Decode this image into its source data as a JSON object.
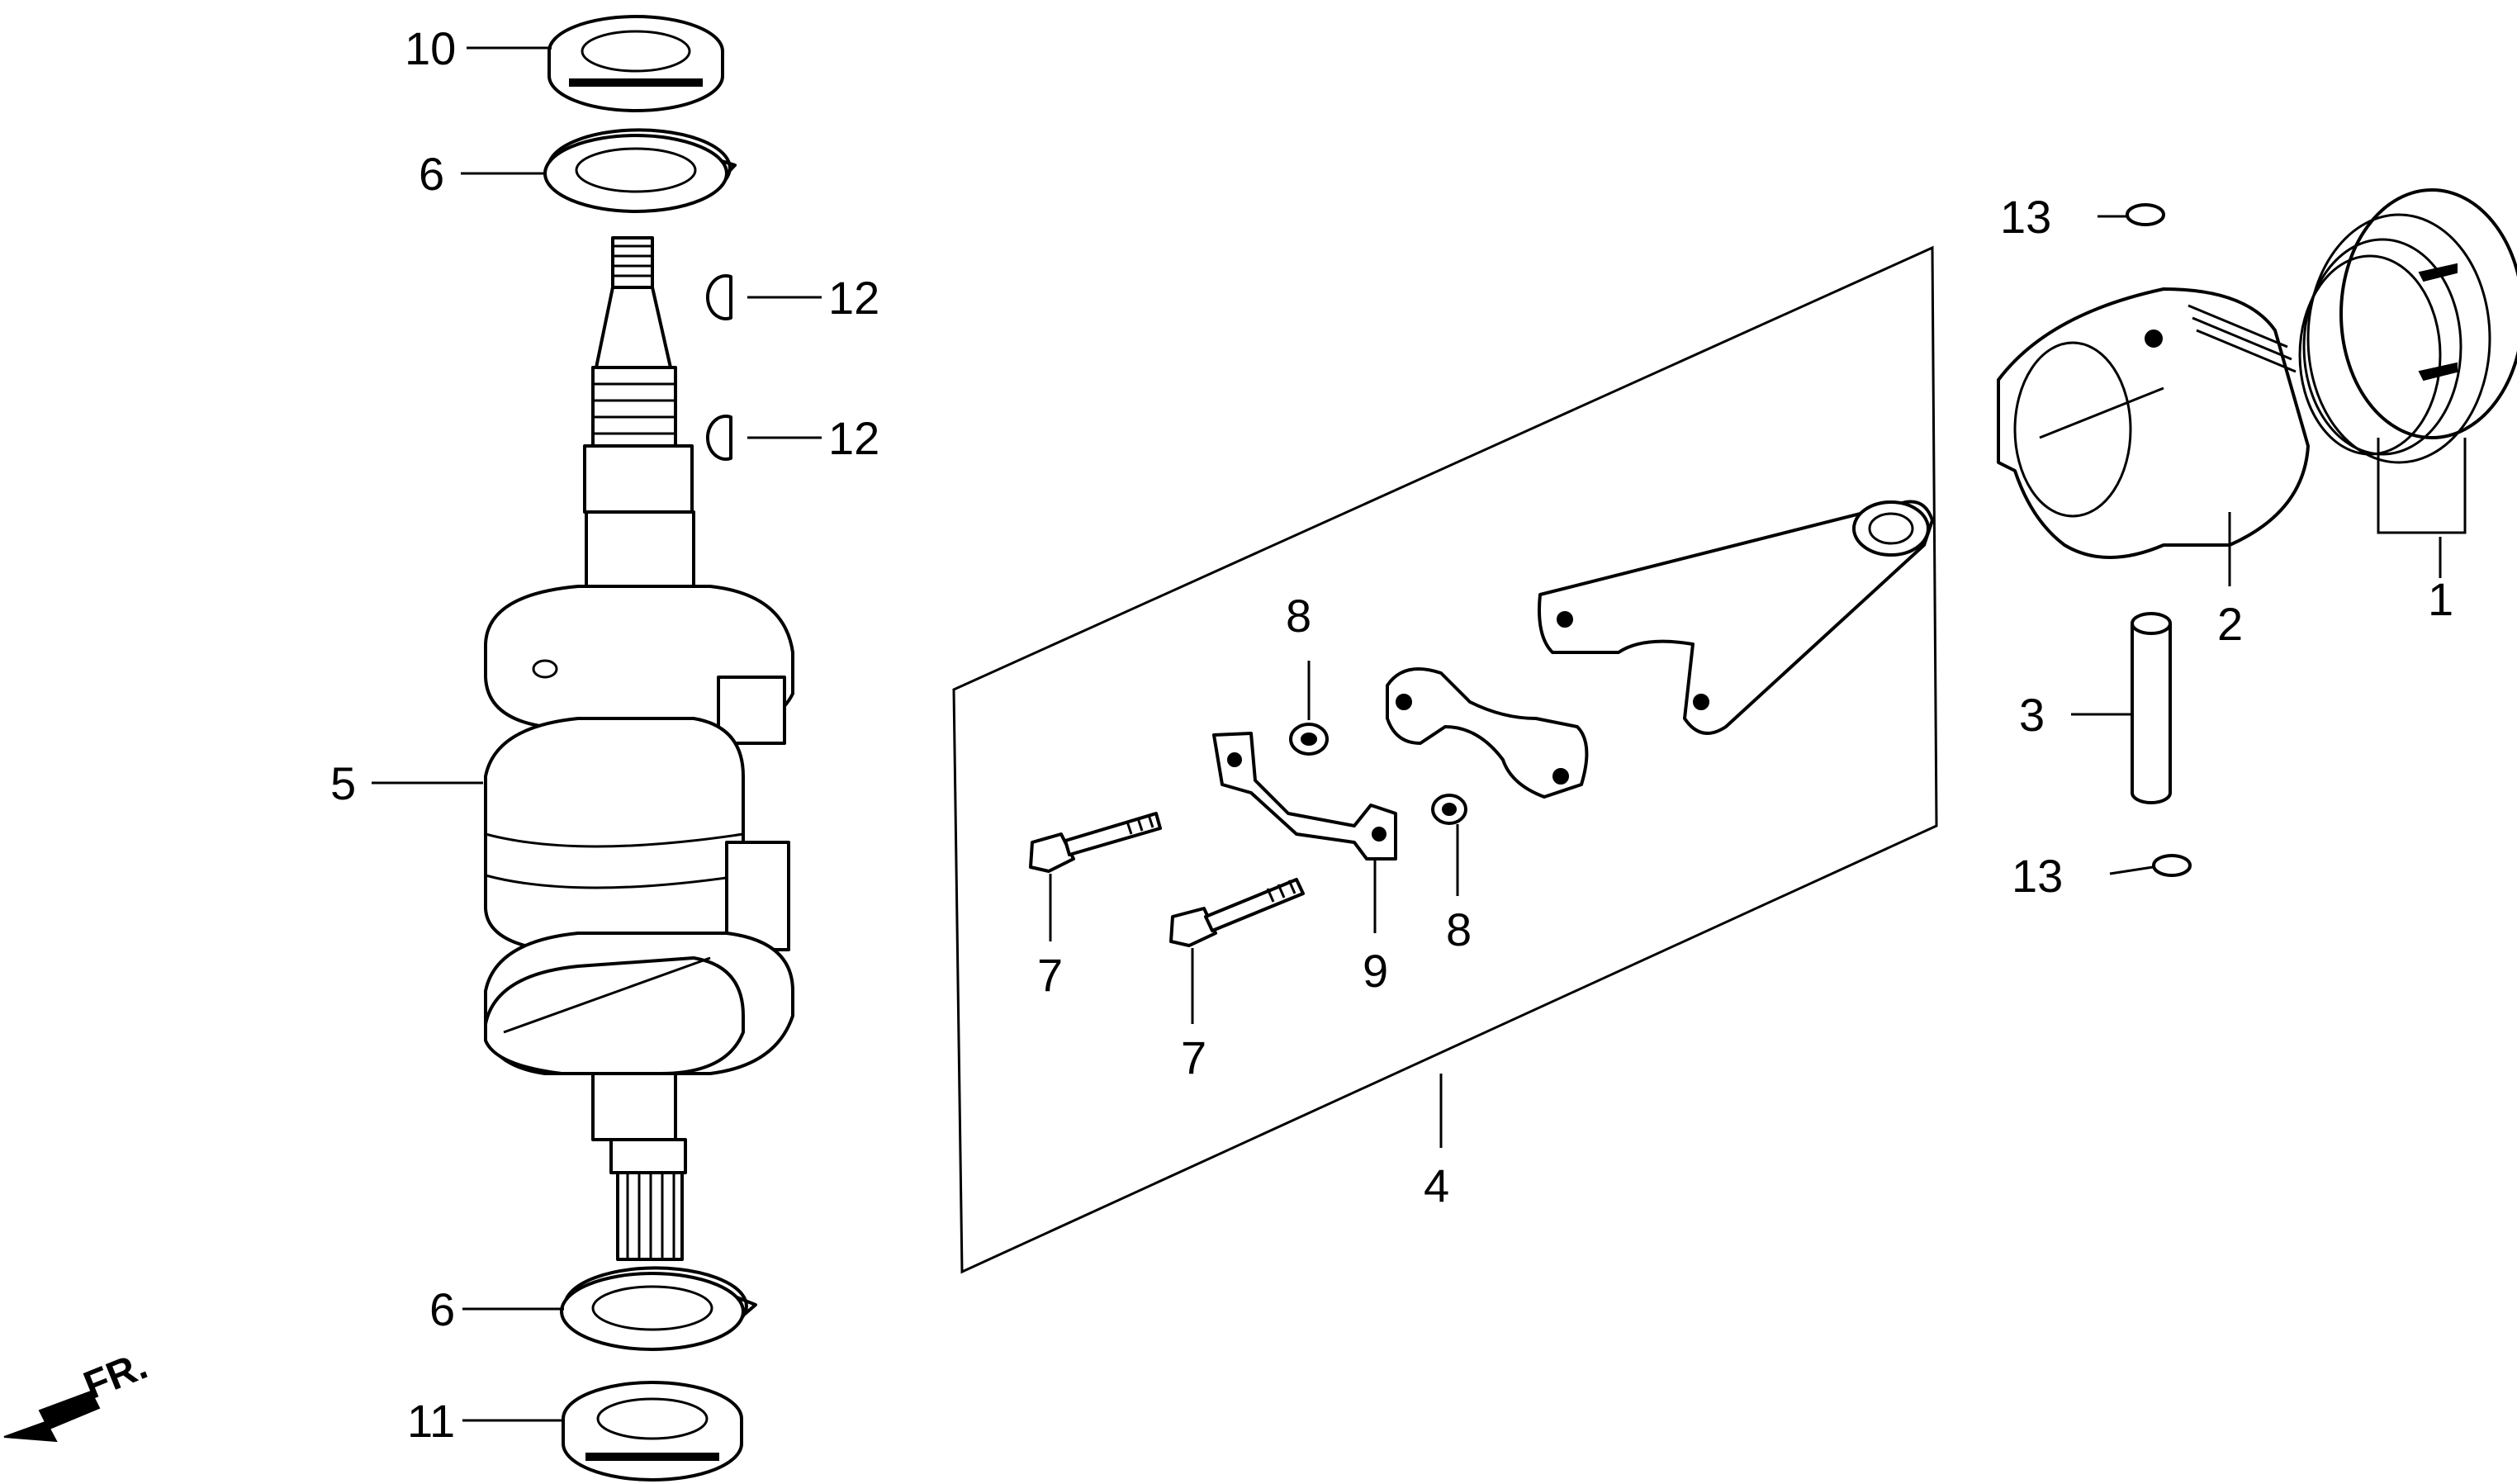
{
  "labels": {
    "l10": "10",
    "l6_top": "6",
    "l12_a": "12",
    "l12_b": "12",
    "l5": "5",
    "l6_bottom": "6",
    "l11": "11",
    "l8_top": "8",
    "l8_bottom": "8",
    "l9": "9",
    "l7_a": "7",
    "l7_b": "7",
    "l4": "4",
    "l13_top": "13",
    "l13_bottom": "13",
    "l3": "3",
    "l2": "2",
    "l1": "1",
    "front": "FR."
  },
  "icons": [
    "front-direction-arrow-icon"
  ]
}
